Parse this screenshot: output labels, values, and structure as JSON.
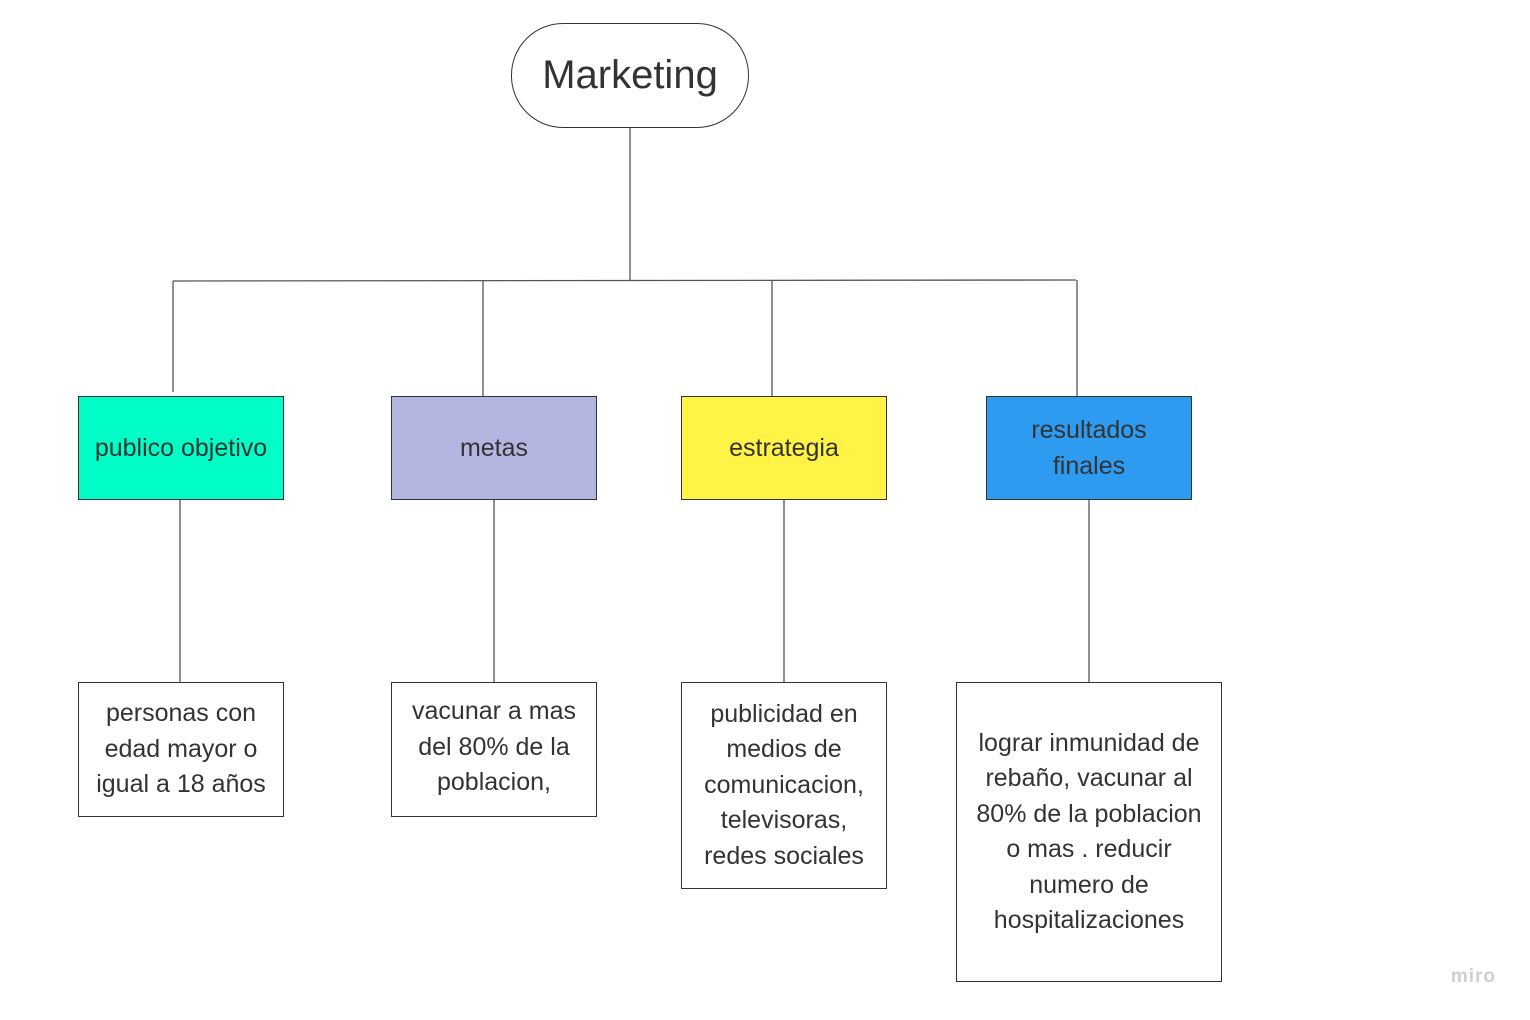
{
  "diagram": {
    "root": {
      "label": "Marketing"
    },
    "categories": [
      {
        "label": "publico objetivo",
        "color": "#00ffc6",
        "detail": "personas con edad mayor o igual a 18 años"
      },
      {
        "label": "metas",
        "color": "#b3b6e0",
        "detail": "vacunar a mas del 80% de la poblacion,"
      },
      {
        "label": "estrategia",
        "color": "#fff445",
        "detail": "publicidad en medios de comunicacion, televisoras, redes sociales"
      },
      {
        "label": "resultados finales",
        "color": "#2d9bf0",
        "detail": "lograr inmunidad de rebaño, vacunar al 80% de la poblacion o mas . reducir numero de hospitalizaciones"
      }
    ]
  },
  "watermark": {
    "text": "miro"
  }
}
